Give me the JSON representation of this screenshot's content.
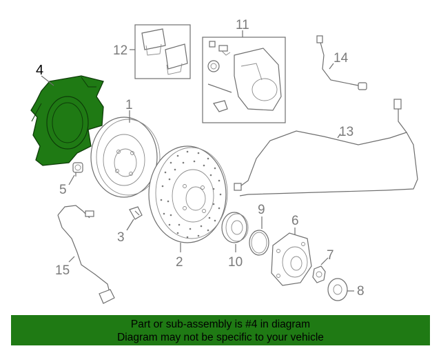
{
  "callouts": {
    "c1": "1",
    "c2": "2",
    "c3": "3",
    "c4": "4",
    "c5": "5",
    "c6": "6",
    "c7": "7",
    "c8": "8",
    "c9": "9",
    "c10": "10",
    "c11": "11",
    "c12": "12",
    "c13": "13",
    "c14": "14",
    "c15": "15"
  },
  "highlight": {
    "part_number": "4",
    "color": "#1f7a14"
  },
  "footer": {
    "line1": "Part or sub-assembly is #4 in diagram",
    "line2": "Diagram may not be specific to your vehicle",
    "bg_color": "#1f7a14"
  }
}
